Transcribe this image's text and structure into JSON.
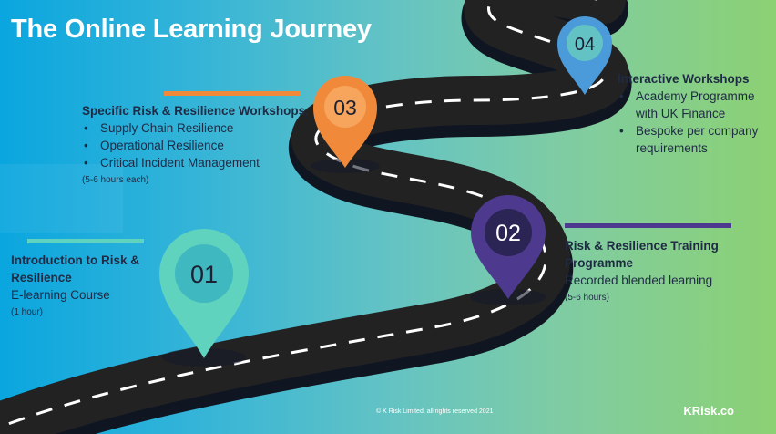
{
  "title": "The Online Learning Journey",
  "colors": {
    "teal": "#5fd3be",
    "orange": "#f08a3a",
    "purple": "#4d3a8f",
    "blue": "#4b9ad9",
    "road": "#1f1f1f",
    "text": "#1f2a44"
  },
  "steps": [
    {
      "number": "01",
      "heading": "Introduction to Risk & Resilience",
      "subtitle": "E-learning Course",
      "duration": "(1 hour)",
      "color": "#5fd3be"
    },
    {
      "number": "02",
      "heading": "Risk & Resilience Training Programme",
      "subtitle": "Recorded blended learning",
      "duration": "(5-6 hours)",
      "color": "#4d3a8f"
    },
    {
      "number": "03",
      "heading": "Specific Risk & Resilience Workshops:",
      "bullets": [
        "Supply Chain Resilience",
        "Operational Resilience",
        "Critical Incident Management"
      ],
      "duration": "(5-6 hours each)",
      "color": "#f08a3a"
    },
    {
      "number": "04",
      "heading": "Interactive Workshops",
      "bullets": [
        "Academy Programme with UK Finance",
        "Bespoke per company requirements"
      ],
      "color": "#4b9ad9"
    }
  ],
  "footer": {
    "copyright": "© K Risk Limited, all rights reserved 2021",
    "brand": "KRisk.co"
  }
}
